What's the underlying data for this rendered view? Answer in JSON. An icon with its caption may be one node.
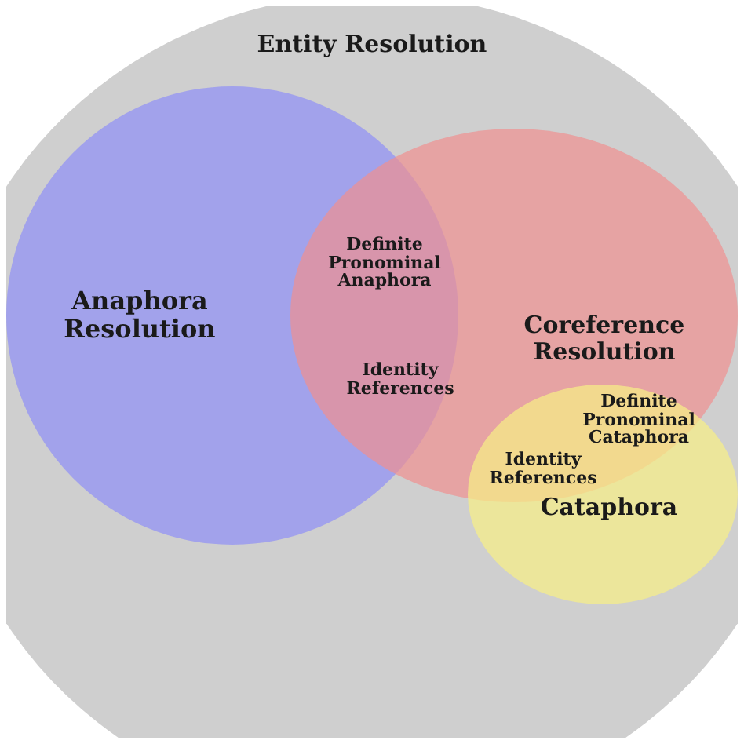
{
  "diagram": {
    "nodes": [
      {
        "text": [
          "Entity Resolution"
        ]
      },
      {
        "text": [
          "Anaphora Resolution"
        ],
        "in": 0
      },
      {
        "text": [
          "Coreference Resolution"
        ],
        "in": 0
      },
      {
        "text": [
          "Cataphora"
        ],
        "in": 0
      }
    ],
    "labels": [
      "Definite Pronominal Anaphora",
      "Identity References",
      "Definite Pronominal Cataphora",
      "Identity References"
    ]
  }
}
